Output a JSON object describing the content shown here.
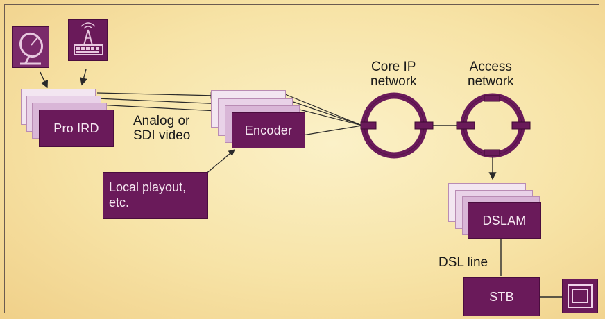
{
  "nodes": {
    "pro_ird": "Pro IRD",
    "encoder": "Encoder",
    "local_playout": "Local playout,\netc.",
    "dslam": "DSLAM",
    "stb": "STB"
  },
  "labels": {
    "analog_sdi": "Analog or\nSDI video",
    "core_ip": "Core IP\nnetwork",
    "access": "Access\nnetwork",
    "dsl_line": "DSL line"
  },
  "icons": {
    "satellite": "satellite-dish-icon",
    "antenna": "broadcast-antenna-icon",
    "tv": "television-icon"
  },
  "colors": {
    "box_fill": "#6a1a5a",
    "box_text": "#f6e8f2",
    "ring": "#6a1a5a",
    "background": "#f7e3a6"
  }
}
